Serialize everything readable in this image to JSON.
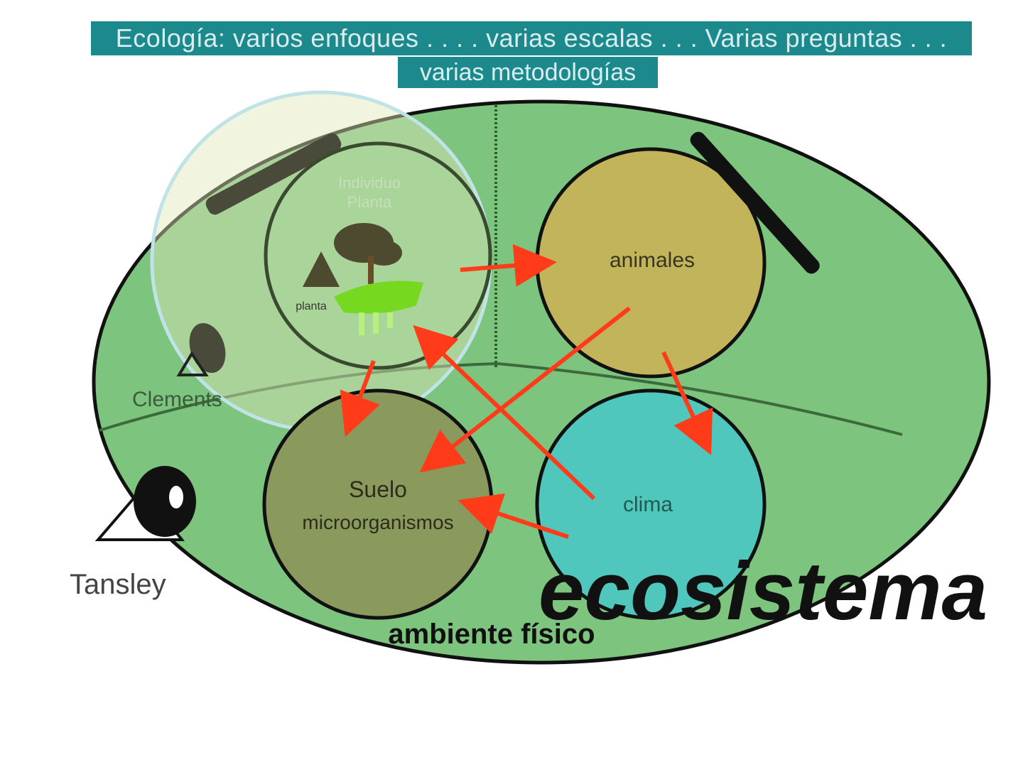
{
  "title": {
    "line1": "Ecología: varios enfoques . . . . varias escalas . . . Varias preguntas . . .",
    "line2": "varias metodologías"
  },
  "nodes": {
    "top_left": {
      "label_top": "Individuo",
      "label_bottom": "Planta",
      "small_label": "planta"
    },
    "top_right": {
      "label": "animales"
    },
    "bottom_left": {
      "label_1": "Suelo",
      "label_2": "microorganismos"
    },
    "bottom_right": {
      "label": "clima"
    }
  },
  "side_labels": {
    "left_boundary": "Clements",
    "bottom_left": "Tansley"
  },
  "main_label": "ecosistema",
  "bottom_note": "ambiente físico",
  "colors": {
    "title_band": "#1c8a8c",
    "ellipse": "#7dc47e",
    "plant_circle": "#a9d49a",
    "animals_circle": "#c2b45a",
    "soil_circle": "#8a9a5c",
    "climate_circle": "#50c7bd",
    "arrows": "#ff3b1a"
  }
}
